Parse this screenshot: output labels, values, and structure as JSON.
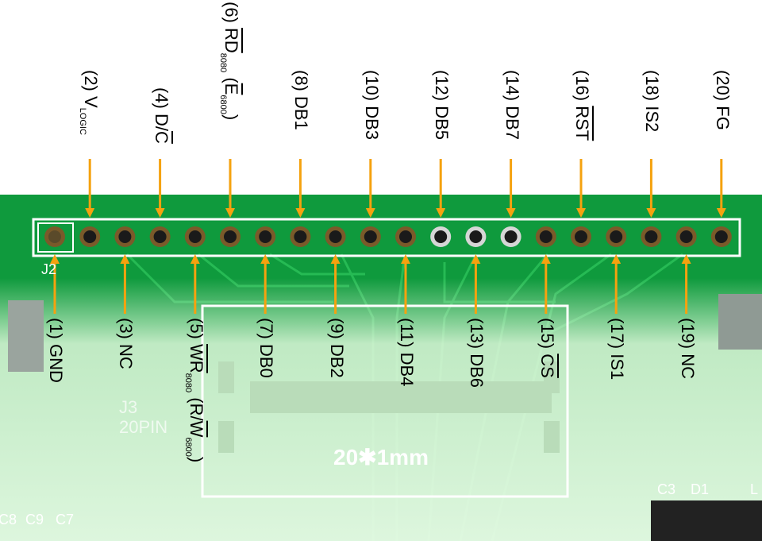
{
  "board": {
    "header_label": "J2",
    "connector_label": "J3",
    "connector_pins_label": "20PIN",
    "fpc_label": "20✱1mm",
    "components": [
      "C3",
      "D1",
      "L",
      "C8",
      "C9",
      "C7"
    ]
  },
  "pins": [
    {
      "num": "(1)",
      "name": "GND",
      "over": ""
    },
    {
      "num": "(2)",
      "name": "V",
      "sub": "LOGIC"
    },
    {
      "num": "(3)",
      "name": "NC"
    },
    {
      "num": "(4)",
      "name": "D/",
      "over": "C"
    },
    {
      "num": "(5)",
      "over": "WR",
      "sub": "8080",
      "tail": "(R/",
      "over2": "W",
      "sub2": "6800",
      "tail2": ")"
    },
    {
      "num": "(6)",
      "over": "RD",
      "sub": "8080",
      "tail": "(",
      "over2": "E",
      "sub2": "6800",
      "tail2": ")"
    },
    {
      "num": "(7)",
      "name": "DB0"
    },
    {
      "num": "(8)",
      "name": "DB1"
    },
    {
      "num": "(9)",
      "name": "DB2"
    },
    {
      "num": "(10)",
      "name": "DB3"
    },
    {
      "num": "(11)",
      "name": "DB4"
    },
    {
      "num": "(12)",
      "name": "DB5"
    },
    {
      "num": "(13)",
      "name": "DB6"
    },
    {
      "num": "(14)",
      "name": "DB7"
    },
    {
      "num": "(15)",
      "over": "CS"
    },
    {
      "num": "(16)",
      "over": "RST"
    },
    {
      "num": "(17)",
      "name": "IS1"
    },
    {
      "num": "(18)",
      "name": "IS2"
    },
    {
      "num": "(19)",
      "name": "NC"
    },
    {
      "num": "(20)",
      "name": "FG"
    }
  ],
  "colors": {
    "pcb_green": "#0f9a3d",
    "pcb_light": "#c9f2c7",
    "arrow": "#f5a20f",
    "silkscreen": "#ffffff"
  }
}
